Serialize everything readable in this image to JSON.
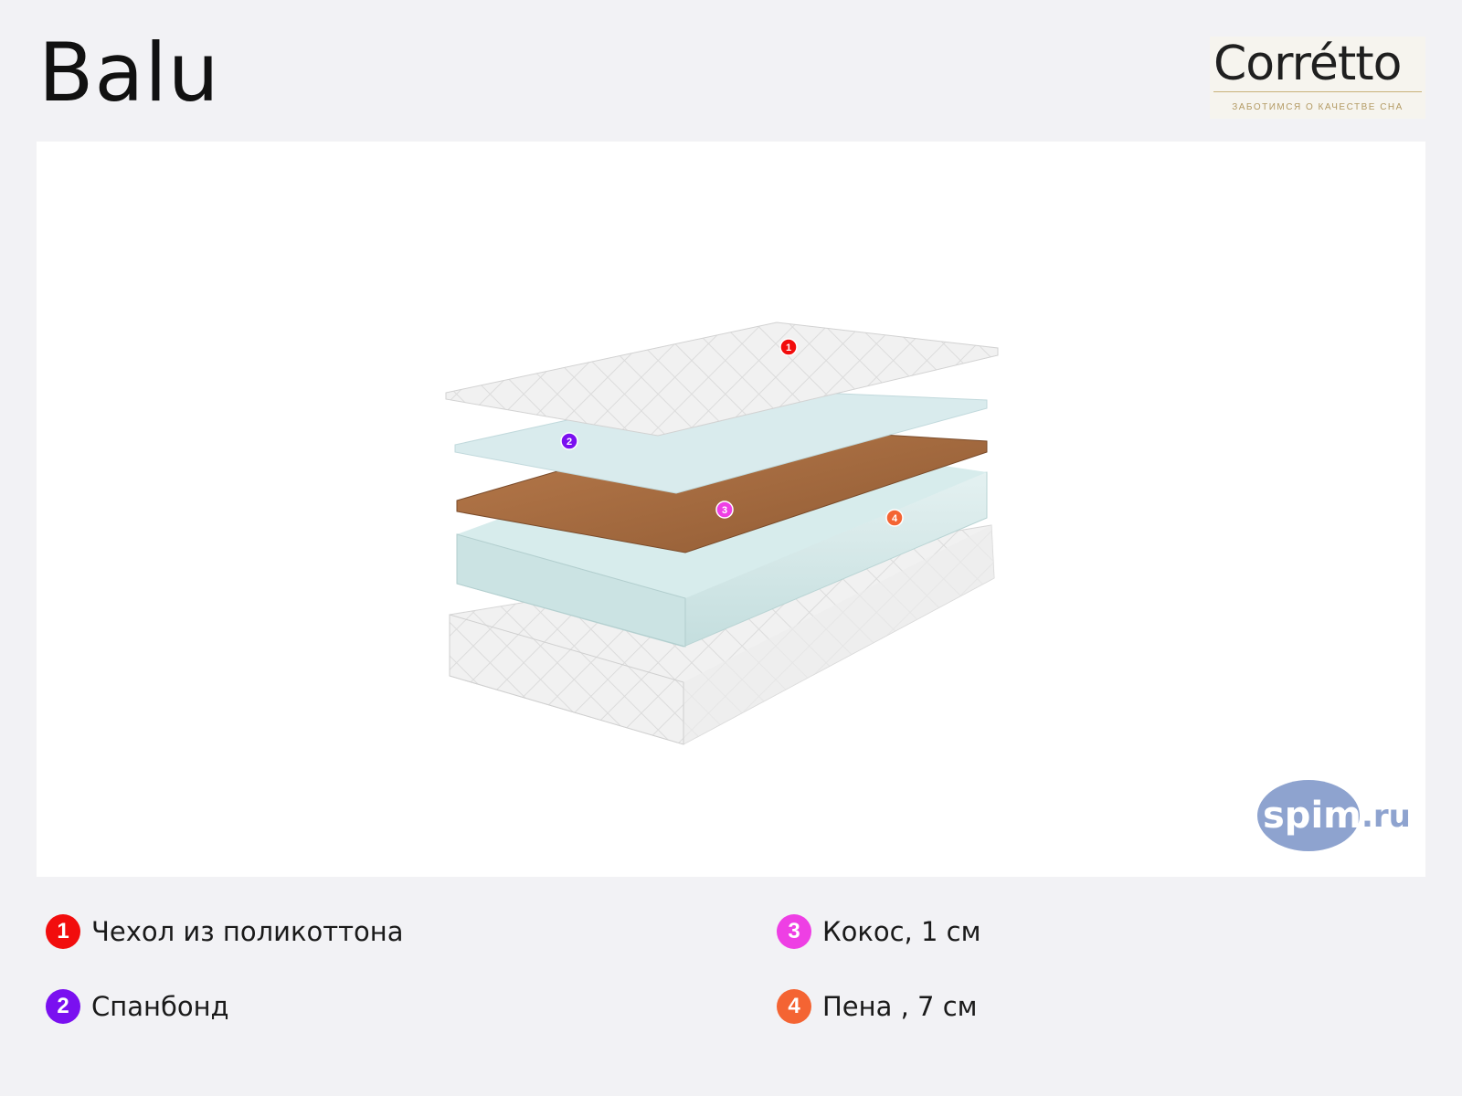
{
  "product": {
    "title": "Balu"
  },
  "brand": {
    "name": "Corrétto",
    "tagline": "ЗАБОТИМСЯ О КАЧЕСТВЕ СНА"
  },
  "watermark": {
    "text": "spim",
    "suffix": ".ru"
  },
  "layers": [
    {
      "number": "1",
      "label": "Чехол из поликоттона",
      "color": "#f20d0d"
    },
    {
      "number": "2",
      "label": "Спанбонд",
      "color": "#7a10f0"
    },
    {
      "number": "3",
      "label": "Кокос, 1 см",
      "color": "#ee3fe4"
    },
    {
      "number": "4",
      "label": "Пена , 7 см",
      "color": "#f46433"
    }
  ]
}
